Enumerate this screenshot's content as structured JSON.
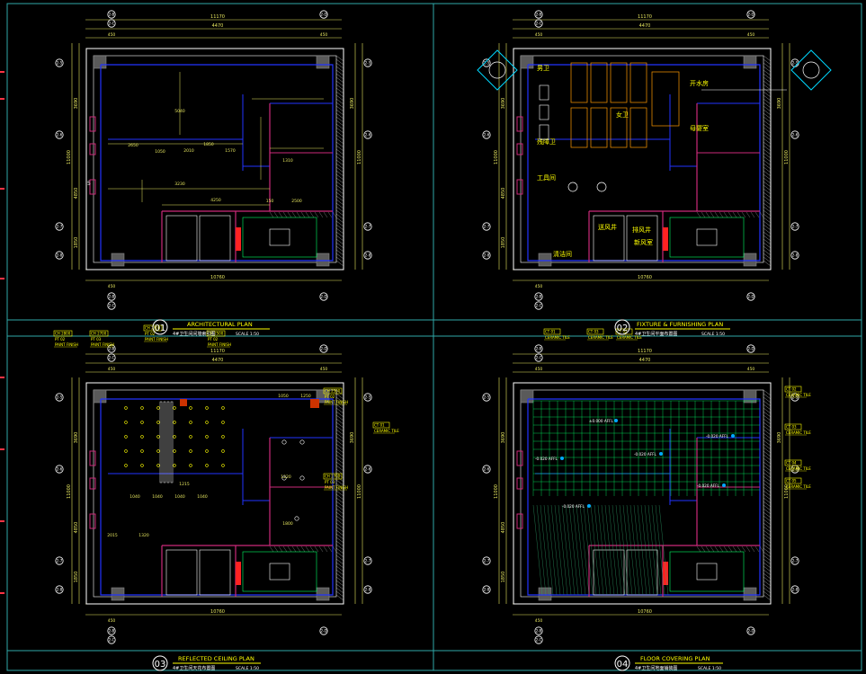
{
  "colors": {
    "background": "#000000",
    "frame": "#2fa8a8",
    "wall_outer": "#ffffff",
    "wall_inner": "#2233ff",
    "partition": "#cc2a7a",
    "dimension": "#e8e860",
    "hatch": "#c0c0c0",
    "column": "#5a5a5a",
    "tag_green": "#00ff00",
    "tag_yellow": "#ffff00",
    "tile_grid": "#00ff66",
    "title_bar": "#ffff00",
    "red_block": "#ff2222",
    "cyan_line": "#00d8ff",
    "text_white": "#ffffff"
  },
  "sheet": {
    "panels": [
      {
        "number": "01",
        "title": "ARCHITECTURAL PLAN",
        "subtitle": "4#卫生间间墙索引图",
        "scale": "SCALE 1:50"
      },
      {
        "number": "02",
        "title": "FIXTURE & FURNISHING PLAN",
        "subtitle": "4#卫生间平面布置图",
        "scale": "SCALE 1:50"
      },
      {
        "number": "03",
        "title": "REFLECTED CEILING PLAN",
        "subtitle": "4#卫生间天花布置图",
        "scale": "SCALE 1:50"
      },
      {
        "number": "04",
        "title": "FLOOR COVERING PLAN",
        "subtitle": "4#卫生间地面铺装图",
        "scale": "SCALE 1:50"
      }
    ]
  },
  "dimensions": {
    "overall_top": "11170",
    "overall_bottom": "10760",
    "top_sub": "4470",
    "side_total": "11000",
    "side_a": "3690",
    "side_b": "4850",
    "side_c": "1850",
    "p1_interior": [
      "2650",
      "1050",
      "2010",
      "1850",
      "1570",
      "5040",
      "3230",
      "4250",
      "2500",
      "150",
      "1310"
    ],
    "p3_ceiling": [
      "1040",
      "1040",
      "1040",
      "1040",
      "1215",
      "2015",
      "1320",
      "1050",
      "1250",
      "1220",
      "1800"
    ]
  },
  "grid_labels": {
    "top": [
      "2-B",
      "2-C",
      "2-D"
    ],
    "left": [
      "2-5",
      "2-6",
      "2-7",
      "2-8",
      "2-9"
    ],
    "bottom": [
      "2-B",
      "2-C",
      "2-D"
    ]
  },
  "rooms": {
    "p2": [
      "男卫",
      "女卫",
      "残障卫",
      "开水房",
      "母婴室",
      "清洁间",
      "工具间",
      "送风井",
      "排风井",
      "新风室"
    ]
  },
  "tags": {
    "ceiling": [
      {
        "code": "CH 2800",
        "sub": "PT 02",
        "note": "PAINT FINISH"
      },
      {
        "code": "CH 2700",
        "sub": "PT 03",
        "note": "PAINT FINISH"
      },
      {
        "code": "CH 2800",
        "sub": "PT 02",
        "note": "PAINT FINISH"
      },
      {
        "code": "CH 2500",
        "sub": "PT 02",
        "note": "PAINT FINISH"
      },
      {
        "code": "CH 3420",
        "sub": "PT 03",
        "note": "PAINT FINISH"
      },
      {
        "code": "CH 2700",
        "sub": "PT 03",
        "note": "PAINT FINISH"
      },
      {
        "code": "CH 2500",
        "sub": "PT 02",
        "note": "PAINT FINISH"
      },
      {
        "code": "CH 2700",
        "sub": "PT 03",
        "note": "PAINT FINISH"
      }
    ],
    "floor": [
      {
        "code": "CT 01",
        "note": "CERAMIC TILE"
      },
      {
        "code": "CT 03",
        "note": "CERAMIC TILE"
      },
      {
        "code": "CT 02",
        "note": "CERAMIC TILE"
      },
      {
        "code": "CT 01",
        "note": "CERAMIC TILE"
      },
      {
        "code": "CT 02",
        "note": "CERAMIC TILE"
      },
      {
        "code": "CT 03",
        "note": "CERAMIC TILE"
      },
      {
        "code": "CT 04",
        "note": "CERAMIC TILE"
      },
      {
        "code": "CT 05",
        "note": "CERAMIC TILE"
      }
    ],
    "levels": [
      "±0.000 AFFL",
      "-0.020 AFFL",
      "-0.020 AFFL",
      "-0.020 AFFL",
      "-0.020 AFFL",
      "-0.020 AFFL"
    ]
  }
}
